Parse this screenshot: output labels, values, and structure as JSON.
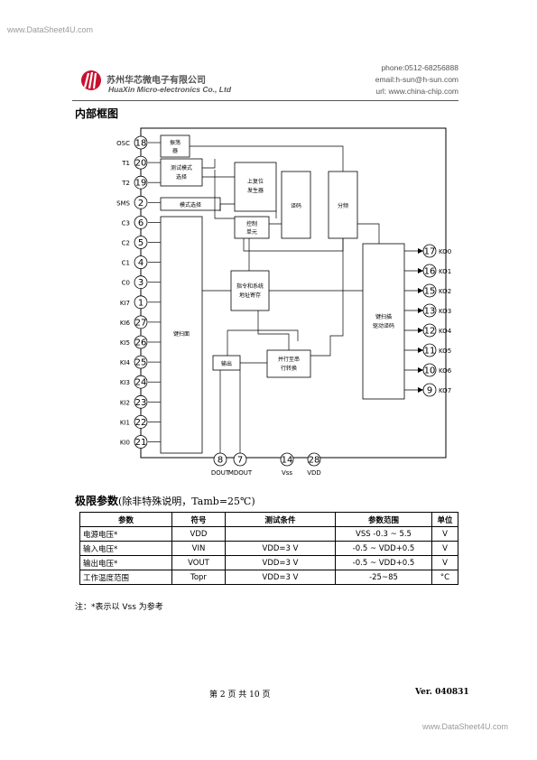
{
  "watermark": {
    "top": "www.DataSheet4U.com",
    "bottom": "www.DataSheet4U.com"
  },
  "company": {
    "name_cn": "苏州华芯微电子有限公司",
    "name_en": "HuaXin Micro-electronics Co., Ltd"
  },
  "contact": {
    "phone": "phone:0512-68256888",
    "email": "email:h-sun@h-sun.com",
    "url": "url: www.china-chip.com"
  },
  "block_section": {
    "title": "内部框图"
  },
  "diagram": {
    "left_pins": [
      {
        "label": "OSC",
        "num": "18"
      },
      {
        "label": "T1",
        "num": "20"
      },
      {
        "label": "T2",
        "num": "19"
      },
      {
        "label": "SMS",
        "num": "2"
      },
      {
        "label": "C3",
        "num": "6"
      },
      {
        "label": "C2",
        "num": "5"
      },
      {
        "label": "C1",
        "num": "4"
      },
      {
        "label": "C0",
        "num": "3"
      },
      {
        "label": "KI7",
        "num": "1"
      },
      {
        "label": "KI6",
        "num": "27"
      },
      {
        "label": "KI5",
        "num": "26"
      },
      {
        "label": "KI4",
        "num": "25"
      },
      {
        "label": "KI3",
        "num": "24"
      },
      {
        "label": "KI2",
        "num": "23"
      },
      {
        "label": "KI1",
        "num": "22"
      },
      {
        "label": "KI0",
        "num": "21"
      }
    ],
    "right_pins": [
      {
        "label": "KO0",
        "num": "17"
      },
      {
        "label": "KO1",
        "num": "16"
      },
      {
        "label": "KO2",
        "num": "15"
      },
      {
        "label": "KO3",
        "num": "13"
      },
      {
        "label": "KO4",
        "num": "12"
      },
      {
        "label": "KO5",
        "num": "11"
      },
      {
        "label": "KO6",
        "num": "10"
      },
      {
        "label": "KO7",
        "num": "9"
      }
    ],
    "bottom_pins": [
      {
        "label": "DOUT",
        "num": "8"
      },
      {
        "label": "MDOUT",
        "num": "7"
      },
      {
        "label": "Vss",
        "num": "14"
      },
      {
        "label": "VDD",
        "num": "28"
      }
    ],
    "blocks": {
      "osc": [
        "振荡",
        "器"
      ],
      "test": [
        "测试模式",
        "选择"
      ],
      "mode": "模式选择",
      "reset": [
        "上复位",
        "发生器"
      ],
      "ctrl": [
        "控制",
        "单元"
      ],
      "decode": "译码",
      "divider": "分频",
      "keyscan": "键扫面",
      "cmd": [
        "指令和系统",
        "地址寄存"
      ],
      "output": "输出",
      "ps": [
        "并行至串",
        "行转换"
      ],
      "drive": [
        "键扫描",
        "驱动译码"
      ]
    }
  },
  "limits": {
    "title": "极限参数",
    "subtitle": "(除非特殊说明，Tamb=25℃)",
    "headers": [
      "参数",
      "符号",
      "测试条件",
      "参数范围",
      "单位"
    ],
    "rows": [
      {
        "param": "电源电压*",
        "symbol": "VDD",
        "cond": "",
        "range": "VSS -0.3 ~ 5.5",
        "unit": "V"
      },
      {
        "param": "输入电压*",
        "symbol": "VIN",
        "cond": "VDD=3 V",
        "range": "-0.5 ~ VDD+0.5",
        "unit": "V"
      },
      {
        "param": "输出电压*",
        "symbol": "VOUT",
        "cond": "VDD=3 V",
        "range": "-0.5 ~ VDD+0.5",
        "unit": "V"
      },
      {
        "param": "工作温度范围",
        "symbol": "Topr",
        "cond": "VDD=3 V",
        "range": "-25~85",
        "unit": "°C"
      }
    ],
    "note": "注：*表示以 Vss 为参考"
  },
  "footer": {
    "page": "第 2 页 共 10 页",
    "version": "Ver. 040831"
  }
}
